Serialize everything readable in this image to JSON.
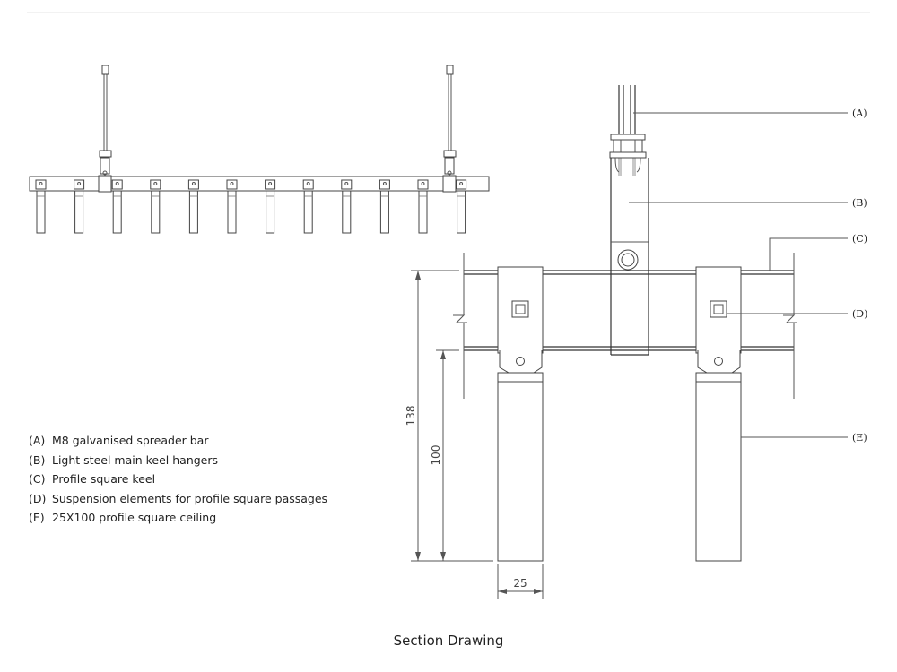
{
  "callouts": {
    "a": "(A)",
    "b": "(B)",
    "c": "(C)",
    "d": "(D)",
    "e": "(E)"
  },
  "dimensions": {
    "height_total": "138",
    "height_blade": "100",
    "width_blade": "25"
  },
  "legend": [
    {
      "key": "(A)",
      "text": "M8 galvanised spreader bar"
    },
    {
      "key": "(B)",
      "text": "Light steel main keel hangers"
    },
    {
      "key": "(C)",
      "text": "Profile square keel"
    },
    {
      "key": "(D)",
      "text": "Suspension elements for profile square passages"
    },
    {
      "key": "(E)",
      "text": "25X100 profile square ceiling"
    }
  ],
  "caption": "Section Drawing"
}
